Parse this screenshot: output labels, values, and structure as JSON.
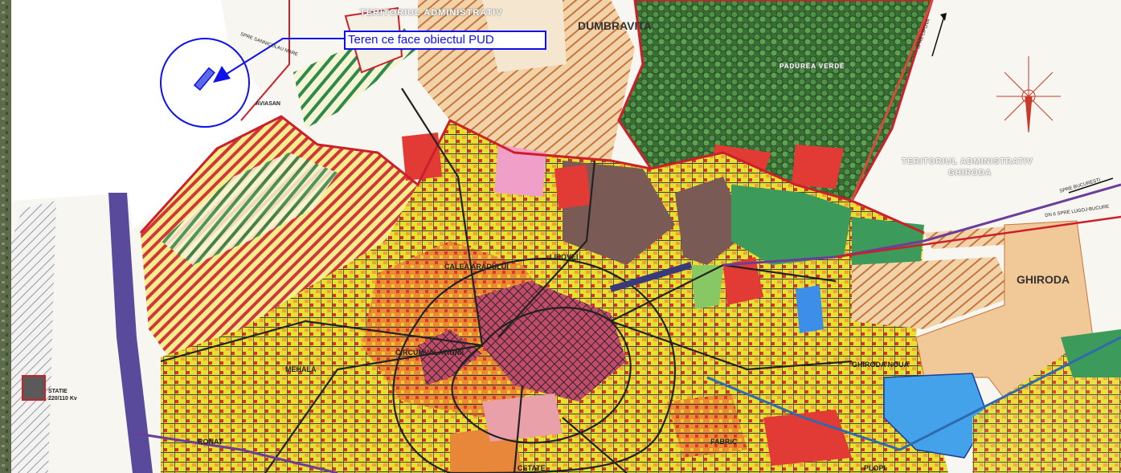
{
  "callout": {
    "label": "Teren ce face obiectul PUD"
  },
  "labels": {
    "dumbravita": "DUMBRAVITA",
    "ghiroda": "GHIRODA",
    "padurea_verde": "PADUREA VERDE",
    "territory_dumbravita": "TERITORIUL ADMINISTRATIV",
    "territory_ghiroda_1": "TERITORIUL ADMINISTRATIV",
    "territory_ghiroda_2": "GHIRODA",
    "aviasan": "AVIASAN",
    "calea_aradului": "CALEA ARADULUI",
    "lipovei": "LIPOVEI",
    "circumvalatiunii": "CIRCUMVALATIUNII",
    "mehala": "MEHALA",
    "ghiroda_noua": "GHIRODA NOUA",
    "fabric": "FABRIC",
    "cetate": "CETATE",
    "plopi": "PLOPI",
    "ronat": "RONAT",
    "statie_1": "STATIE",
    "statie_2": "220/110 Kv",
    "road_lipova": "SPRE LIPOVA",
    "road_sannicolau": "SPRE SANNICOLAU MARE",
    "road_bucuresti": "SPRE BUCURESTI",
    "road_lugoj": "DN 6 SPRE LUGOJ-BUCURE"
  },
  "colors": {
    "callout": "#1010ee",
    "forest": "#3b6e37",
    "residential": "#e8e030",
    "commercial": "#e8863a",
    "industrial": "#e03a2a",
    "water": "#3d8ee8",
    "boundary": "#cc1f2a"
  }
}
